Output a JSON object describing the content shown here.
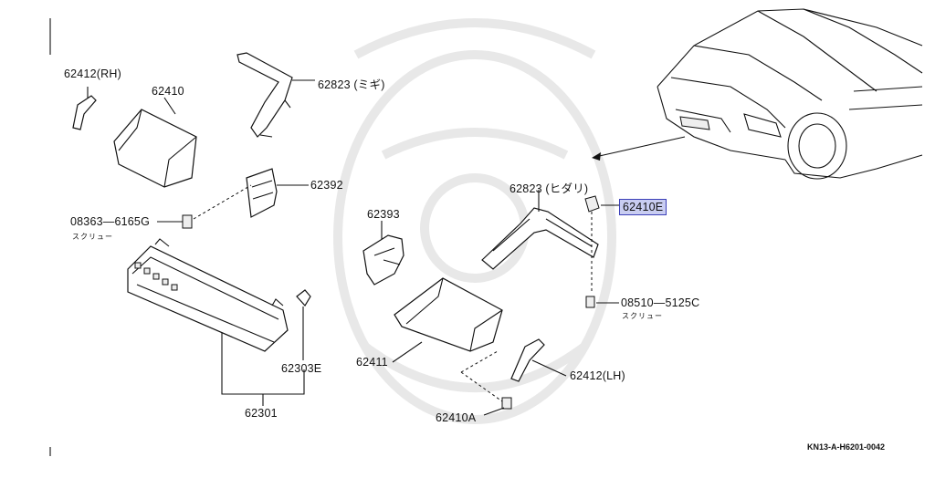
{
  "diagram_id": "KN13-A-H6201-0042",
  "highlighted_part": "62410E",
  "labels": {
    "p62412_rh": "62412(RH)",
    "p62410": "62410",
    "p62823_migi": "62823 (ミギ)",
    "p62392": "62392",
    "p08363": "08363—6165G",
    "screw_1": "スクリュー",
    "p62393": "62393",
    "p62823_hidari": "62823 (ヒダリ)",
    "p62410e": "62410E",
    "p08510": "08510—5125C",
    "screw_2": "スクリュー",
    "p62303e": "62303E",
    "p62411": "62411",
    "p62412_lh": "62412(LH)",
    "p62301": "62301",
    "p62410a": "62410A"
  }
}
